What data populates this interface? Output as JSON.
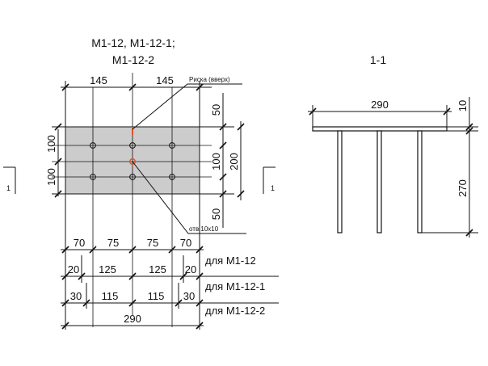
{
  "plan_view": {
    "title_line1": "M1-12, M1-12-1;",
    "title_line2": "M1-12-2",
    "top_dims": [
      "145",
      "145"
    ],
    "note_mark": "Риска (вверх)",
    "note_hole": "отв.10х10",
    "left_dims": [
      "100",
      "100"
    ],
    "right_inner_dims": [
      "50",
      "100",
      "50"
    ],
    "right_overall_dim": "200",
    "section_marker": "1"
  },
  "dim_rows": [
    {
      "values": [
        "70",
        "75",
        "75",
        "70"
      ],
      "label": ""
    },
    {
      "values": [
        "20",
        "125",
        "125",
        "20"
      ],
      "label": "для М1-12"
    },
    {
      "values": [
        "30",
        "115",
        "115",
        "30"
      ],
      "label": "для М1-12-1"
    }
  ],
  "bottom_row_label": "для М1-12-2",
  "overall_width": "290",
  "section_view": {
    "title": "1-1",
    "width_dim": "290",
    "thickness_dim": "10",
    "height_dim": "270"
  },
  "colors": {
    "plate_fill": "#cccccc",
    "accent": "#e0552a"
  }
}
